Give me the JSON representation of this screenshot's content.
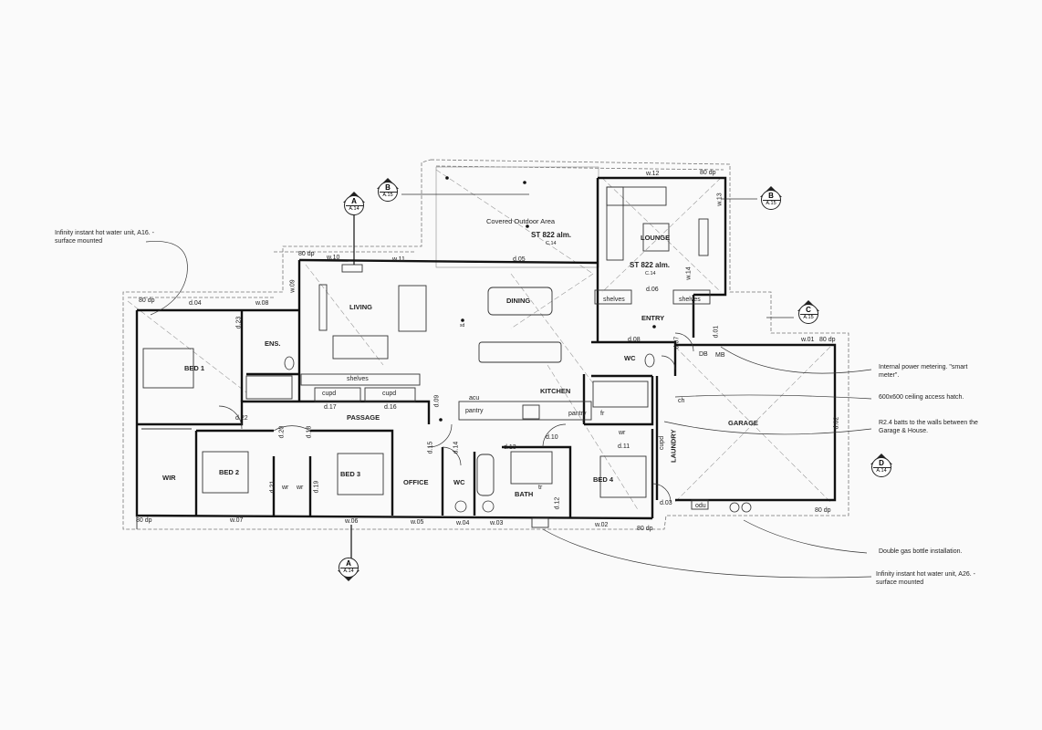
{
  "rooms": {
    "covered_outdoor": "Covered Outdoor Area",
    "lounge": "LOUNGE",
    "living": "LIVING",
    "dining": "DINING",
    "entry": "ENTRY",
    "ens": "ENS.",
    "bed1": "BED 1",
    "kitchen": "KITCHEN",
    "passage": "PASSAGE",
    "wc1": "WC",
    "garage": "GARAGE",
    "laundry": "LAUNDRY",
    "wir": "WIR",
    "bed2": "BED 2",
    "bed3": "BED 3",
    "office": "OFFICE",
    "wc2": "WC",
    "bath": "BATH",
    "bed4": "BED 4"
  },
  "stamps": {
    "st1": "ST 822 alm.",
    "st1_ref": "C.14",
    "st2": "ST 822 alm.",
    "st2_ref": "C.14"
  },
  "labels": {
    "w12": "w.12",
    "dp_top_right": "80 dp",
    "w13": "w.13",
    "w14": "w.14",
    "w10": "w.10",
    "w11": "w.11",
    "dp_living": "80 dp",
    "w09": "w.09",
    "d05": "d.05",
    "d06": "d.06",
    "shelves1": "shelves",
    "shelves2": "shelves",
    "dp_bed1": "80 dp",
    "d04": "d.04",
    "w08": "w.08",
    "d23": "d.23",
    "shelves3": "shelves",
    "cupd1": "cupd",
    "cupd2": "cupd",
    "d17": "d.17",
    "d16": "d.16",
    "d09": "d.09",
    "acu": "acu",
    "pantry1": "pantry",
    "pantry2": "pantry",
    "fr": "fr",
    "d08": "d.08",
    "d07": "d.07",
    "d01": "d.01",
    "db": "DB",
    "mb": "MB",
    "w01": "w.01",
    "dp_garage": "80 dp",
    "ch": "ch",
    "d02": "d.02",
    "d22": "d.22",
    "d20": "d.20",
    "d18": "d.18",
    "d15": "d.15",
    "d14": "d.14",
    "d13": "d.13",
    "d10": "d.10",
    "d11": "d.11",
    "d12": "d.12",
    "wr1": "wr",
    "wr2": "wr",
    "wr3": "wr",
    "cupd3": "cupd",
    "d21": "d.21",
    "d19": "d.19",
    "d03": "d.03",
    "odu": "odu",
    "dp_bl": "80 dp",
    "w07": "w.07",
    "w06": "w.06",
    "w05": "w.05",
    "w04": "w.04",
    "w03": "w.03",
    "w02": "w.02",
    "dp_br": "80 dp",
    "dp_gb": "80 dp",
    "sd": "sd",
    "tr": "tr"
  },
  "sections": [
    {
      "letter": "A",
      "ref": "A.14"
    },
    {
      "letter": "B",
      "ref": "A.15"
    },
    {
      "letter": "B",
      "ref": "A.15"
    },
    {
      "letter": "C",
      "ref": "A.15"
    },
    {
      "letter": "D",
      "ref": "A.14"
    },
    {
      "letter": "A",
      "ref": "A.14"
    }
  ],
  "notes": {
    "hw_a16": "Infinity instant hot water unit, A16. - surface mounted",
    "power": "Internal power metering. \"smart meter\".",
    "hatch": "600x600 ceiling access hatch.",
    "batts": "R2.4 batts to the walls between the Garage & House.",
    "gas": "Double gas bottle installation.",
    "hw_a26": "Infinity instant hot water unit, A26. - surface mounted"
  }
}
